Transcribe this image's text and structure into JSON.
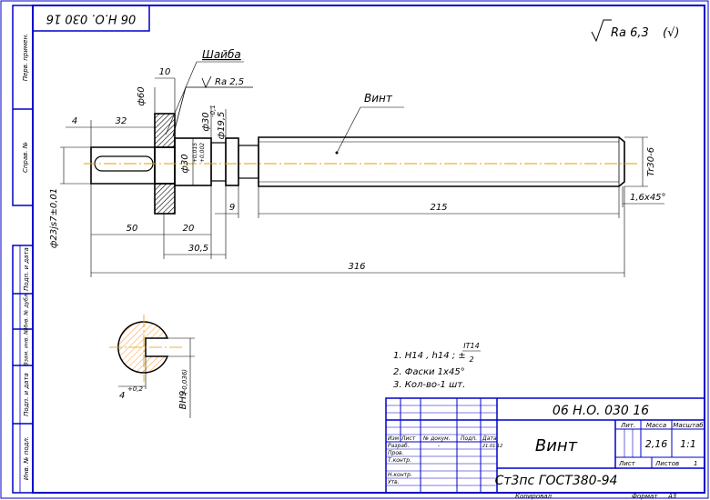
{
  "drawing_number": "06 Н.О. 030 16",
  "drawing_number_rotated": "06 Н.О. 030 16",
  "roughness": {
    "general": "Ra 6,3",
    "general_paren": "(√)",
    "local": "Ra 2,5"
  },
  "callouts": {
    "washer": "Шайба",
    "screw": "Винт"
  },
  "dimensions": {
    "d60": "ф60",
    "w10": "10",
    "d30a": "ф30",
    "d30a_tol": "-0,1",
    "d30b": "ф30",
    "d30b_tol_upper": "+0,015",
    "d30b_tol_lower": "+0,002",
    "d195": "ф19,5",
    "d4": "4",
    "l32": "32",
    "d23": "ф23js7±0,01",
    "thread": "Tr30-6",
    "l50": "50",
    "l20": "20",
    "l9": "9",
    "l215": "215",
    "l305": "30,5",
    "l316": "316",
    "chamfer": "1,6x45°",
    "key_width": "4",
    "key_width_tol": "+0,2",
    "key_depth": "ВН9",
    "key_depth_tol": "(-0,036)"
  },
  "notes": {
    "n1_prefix": "1. Н14 , h14 ; ±",
    "n1_num": "IT14",
    "n1_den": "2",
    "n2": "2. Фаски 1x45°",
    "n3": "3. Кол-во-1  шт."
  },
  "side_labels": {
    "perv_primen": "Перв. примен.",
    "sprav": "Справ. №",
    "podp_data_1": "Подп. и дата",
    "inv_dubl": "Инв. № дубл.",
    "vzam_inv": "Взам. инв. №",
    "podp_data_2": "Подп. и дата",
    "inv_podl": "Инв. № подл."
  },
  "title_block": {
    "designation": "06 Н.О. 030 16",
    "name": "Винт",
    "material": "Ст3пс ГОСТ380-94",
    "headers": {
      "izm": "Изм",
      "list": "Лист",
      "doc": "№ докум.",
      "podp": "Подп.",
      "data": "Дата"
    },
    "roles": {
      "razrab": "Разраб.",
      "prov": "Пров.",
      "tkontr": "Т.контр.",
      "nkontr": "Н.контр.",
      "utv": "Утв."
    },
    "date": "21.01.12",
    "dash": "-",
    "lit_label": "Лит.",
    "mass_label": "Масса",
    "scale_label": "Масштаб",
    "mass": "2,16",
    "scale": "1:1",
    "sheet_label": "Лист",
    "sheets_label": "Листов",
    "sheets_value": "1"
  },
  "footer": {
    "copied": "Копировал",
    "format": "Формат",
    "format_value": "А3"
  }
}
